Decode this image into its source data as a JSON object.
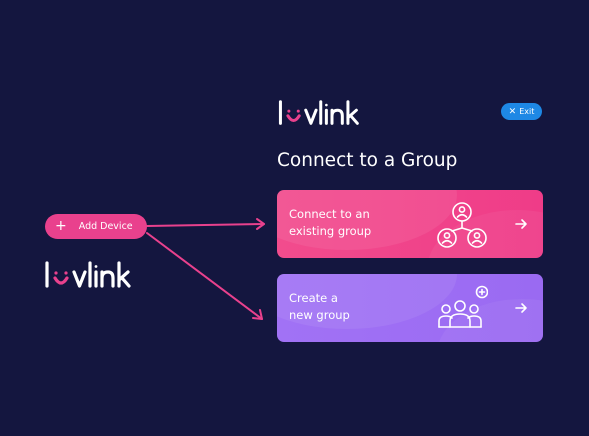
{
  "colors": {
    "background": "#14163f",
    "accent_pink": "#e9418d",
    "connect_card": "#f24c8d",
    "create_card": "#a172f5",
    "exit_button": "#1e88e5"
  },
  "left": {
    "add_device_label": "Add Device",
    "logo_text": "luvlink"
  },
  "dialog": {
    "logo_text": "luvlink",
    "exit_label": "Exit",
    "heading": "Connect to a Group",
    "options": [
      {
        "line1": "Connect to an",
        "line2": "existing group",
        "icon": "group-network-icon",
        "arrow_icon": "arrow-right-icon"
      },
      {
        "line1": "Create a",
        "line2": "new group",
        "icon": "add-group-icon",
        "arrow_icon": "arrow-right-icon"
      }
    ]
  }
}
